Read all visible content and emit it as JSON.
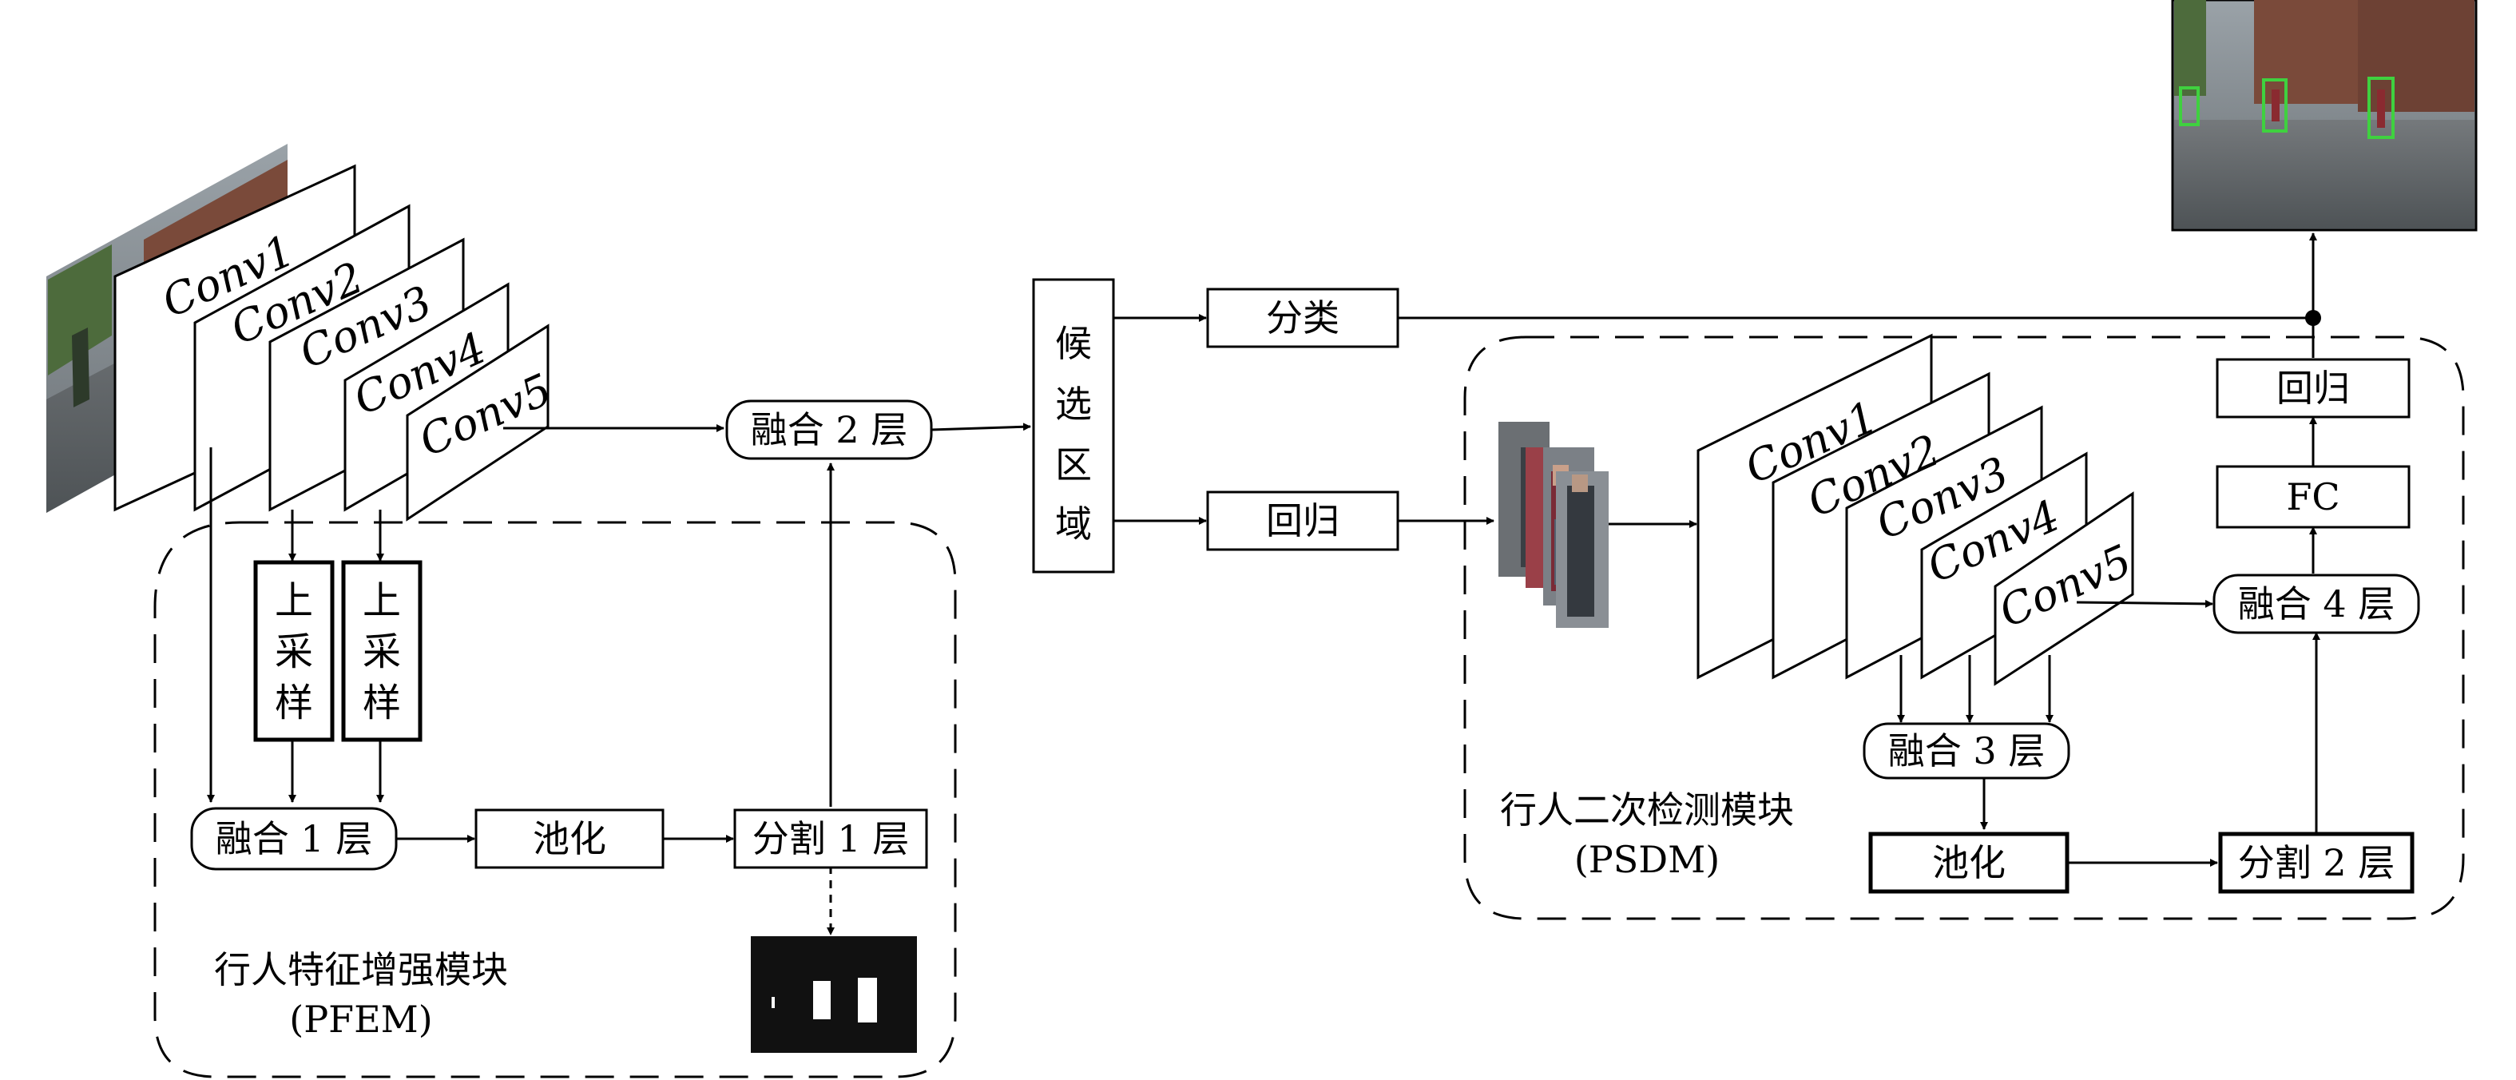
{
  "pfem": {
    "conv_labels": [
      "Conv1",
      "Conv2",
      "Conv3",
      "Conv4",
      "Conv5"
    ],
    "upsample_label": [
      "上",
      "采",
      "样"
    ],
    "fusion1": "融合 1 层",
    "pool": "池化",
    "split1": "分割 1 层",
    "module_name": "行人特征增强模块",
    "module_abbr": "(PFEM)"
  },
  "fusion2": "融合 2 层",
  "candidate_region": [
    "候",
    "选",
    "区",
    "域"
  ],
  "classify": "分类",
  "regress": "回归",
  "psdm": {
    "conv_labels": [
      "Conv1",
      "Conv2",
      "Conv3",
      "Conv4",
      "Conv5"
    ],
    "fusion3": "融合 3 层",
    "fusion4": "融合 4 层",
    "pool": "池化",
    "split2": "分割 2 层",
    "fc": "FC",
    "regress": "回归",
    "module_name": "行人二次检测模块",
    "module_abbr": "(PSDM)"
  },
  "colors": {
    "line": "#000000",
    "box_fill": "#ffffff",
    "mask_fill": "#111111",
    "detection_box": "#3fd13f",
    "street_sky": "#8a8e90",
    "street_road": "#5e6468",
    "brick": "#7a4a3a"
  },
  "icons": {
    "input_image": "street-photo-icon",
    "pedestrian_crops": "pedestrian-crops-icon",
    "mask": "segmentation-mask-icon",
    "output_image": "detection-result-photo-icon"
  }
}
